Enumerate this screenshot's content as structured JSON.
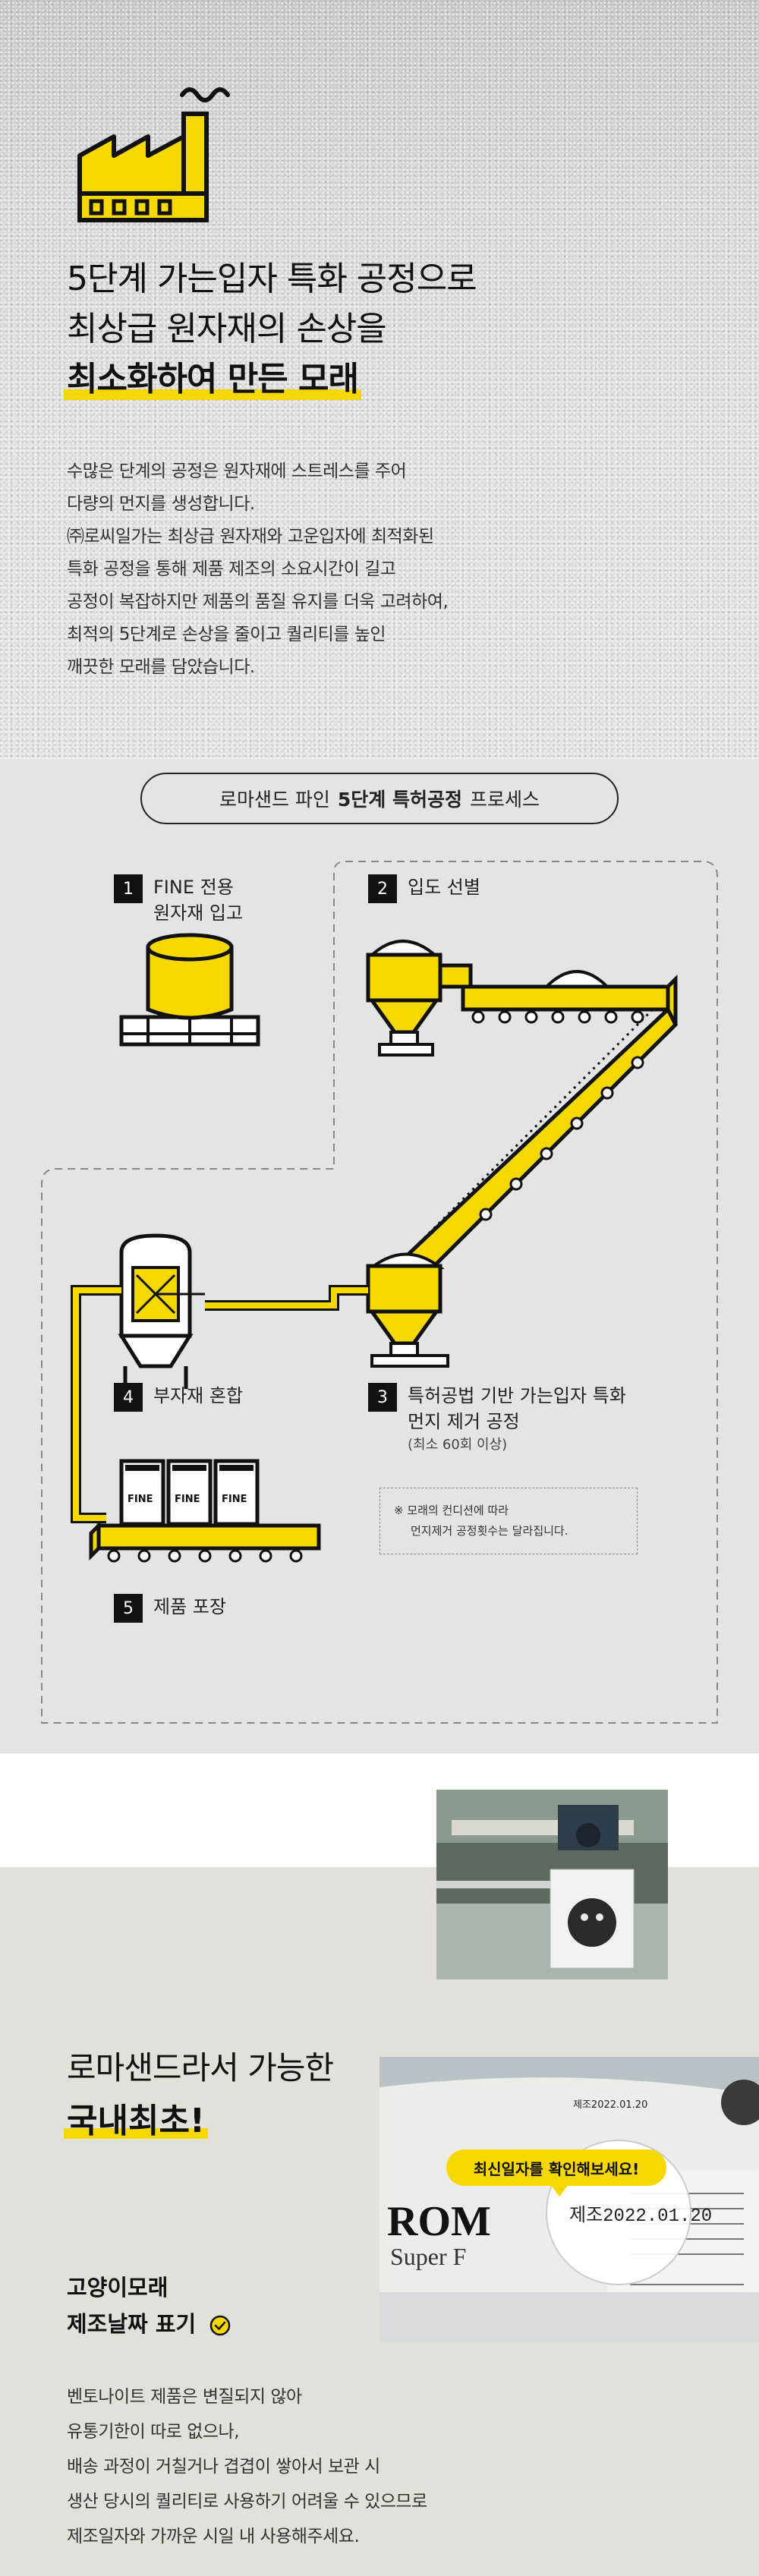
{
  "intro": {
    "headline_line1": "5단계 가는입자 특화 공정으로",
    "headline_line2": "최상급 원자재의 손상을",
    "headline_line3": "최소화하여 만든 모래",
    "body": [
      "수많은 단계의 공정은 원자재에 스트레스를 주어",
      "다량의 먼지를 생성합니다.",
      "㈜로씨일가는 최상급 원자재와 고운입자에 최적화된",
      "특화 공정을 통해 제품 제조의 소요시간이 길고",
      "공정이 복잡하지만 제품의 품질 유지를 더욱 고려하여,",
      "최적의 5단계로 손상을 줄이고 퀄리티를 높인",
      "깨끗한 모래를 담았습니다."
    ]
  },
  "process": {
    "pill_prefix": "로마샌드 파인",
    "pill_bold": "5단계 특허공정",
    "pill_suffix": "프로세스",
    "steps": [
      {
        "num": "1",
        "line1": "FINE 전용",
        "line2": "원자재 입고"
      },
      {
        "num": "2",
        "line1": "입도 선별",
        "line2": ""
      },
      {
        "num": "3",
        "line1": "특허공법 기반 가는입자 특화",
        "line2": "먼지 제거 공정",
        "sub": "(최소 60회 이상)"
      },
      {
        "num": "4",
        "line1": "부자재 혼합",
        "line2": ""
      },
      {
        "num": "5",
        "line1": "제품 포장",
        "line2": ""
      }
    ],
    "bag_label": "FINE",
    "note_line1": "※ 모래의 컨디션에 따라",
    "note_line2": "먼지제거 공정횟수는 달라집니다.",
    "accent": "#f5d800"
  },
  "date_section": {
    "tagline1": "로마샌드라서 가능한",
    "tagline2": "국내최초!",
    "subhead1": "고양이모래",
    "subhead2": "제조날짜 표기",
    "desc": [
      "벤토나이트 제품은 변질되지 않아",
      "유통기한이 따로 없으나,",
      "배송 과정이 거칠거나 겹겹이 쌓아서 보관 시",
      "생산 당시의 퀄리티로 사용하기 어려울 수 있으므로",
      "제조일자와 가까운 시일 내 사용해주세요."
    ],
    "photo_bubble": "최신일자를 확인해보세요!",
    "stamp_small": "제조2022.01.20",
    "stamp_large": "제조2022.01.20",
    "bag_text_brand": "ROM",
    "bag_text_sub": "Super F"
  }
}
